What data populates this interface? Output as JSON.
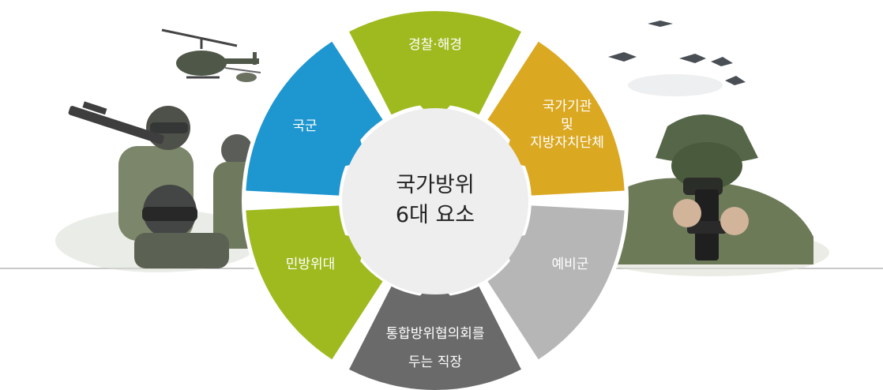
{
  "center": {
    "line1": "국가방위",
    "line2": "6대 요소"
  },
  "segments": {
    "top": {
      "label": "경찰·해경",
      "color": "#9fba1f"
    },
    "top_right": {
      "line1": "국가기관",
      "line2": "및",
      "line3": "지방자치단체",
      "color": "#dba822"
    },
    "bottom_right": {
      "label": "예비군",
      "color": "#b6b6b6"
    },
    "bottom": {
      "line1": "통합방위협의회를",
      "line2": "두는 직장",
      "color": "#6a6a6a"
    },
    "bottom_left": {
      "label": "민방위대",
      "color": "#9fba1f"
    },
    "top_left": {
      "label": "국군",
      "color": "#1e96d0"
    }
  },
  "colors": {
    "center_fill": "#eeeeee",
    "ring_background": "#ffffff",
    "baseline": "#c9c9c9"
  },
  "icons": [
    "helicopter-icon",
    "fighter-jet-icon",
    "soldier-left-icon",
    "soldier-right-icon"
  ]
}
